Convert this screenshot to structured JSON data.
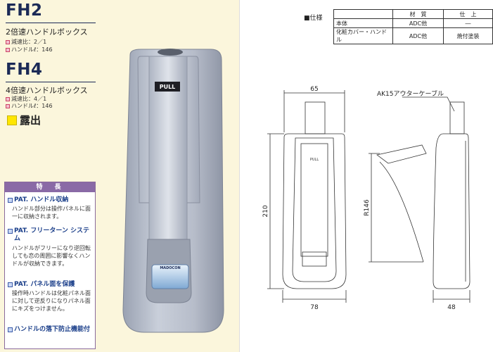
{
  "fh2": {
    "model": "FH2",
    "description": "2倍速ハンドルボックス",
    "ratio": "減速比：2／1",
    "handle": "ハンドルℓ：146"
  },
  "fh4": {
    "model": "FH4",
    "description": "4倍速ハンドルボックス",
    "ratio": "減速比：4／1",
    "handle": "ハンドルℓ：146"
  },
  "exposed_label": "露出",
  "features": {
    "heading": "特　長",
    "items": [
      {
        "title": "PAT. ハンドル収納",
        "body": "ハンドル部分は操作パネルに面一に収納されます。"
      },
      {
        "title": "PAT. フリーターン システム",
        "body": "ハンドルがフリーになり逆回転しても恋の周囲に影響なくハンドルが収納できます。"
      },
      {
        "title": "PAT. パネル面を保護",
        "body": "操作時ハンドルは化粧パネル面に対して逆反りになりパネル面にキズをつけません。"
      },
      {
        "title": "ハンドルの落下防止機能付",
        "body": ""
      }
    ]
  },
  "product": {
    "pull_label": "PULL",
    "brand": "MADOCON"
  },
  "spec_table": {
    "title": "■仕様",
    "headers": [
      "",
      "材　質",
      "仕　上"
    ],
    "rows": [
      [
        "本体",
        "ADC他",
        "―"
      ],
      [
        "化粧カバー・ハンドル",
        "ADC他",
        "焼付塗装"
      ]
    ]
  },
  "drawing": {
    "cable_label": "AK15アウターケーブル",
    "dim_top_width": "65",
    "dim_height": "210",
    "dim_radius": "R146",
    "dim_bottom_width": "78",
    "dim_depth": "48",
    "pull_small": "PULL"
  },
  "colors": {
    "title_navy": "#1b2a56",
    "feature_purple": "#8a6aa6",
    "exposed_yellow": "#ffe600",
    "panel_cream": "#fbf6dc"
  }
}
